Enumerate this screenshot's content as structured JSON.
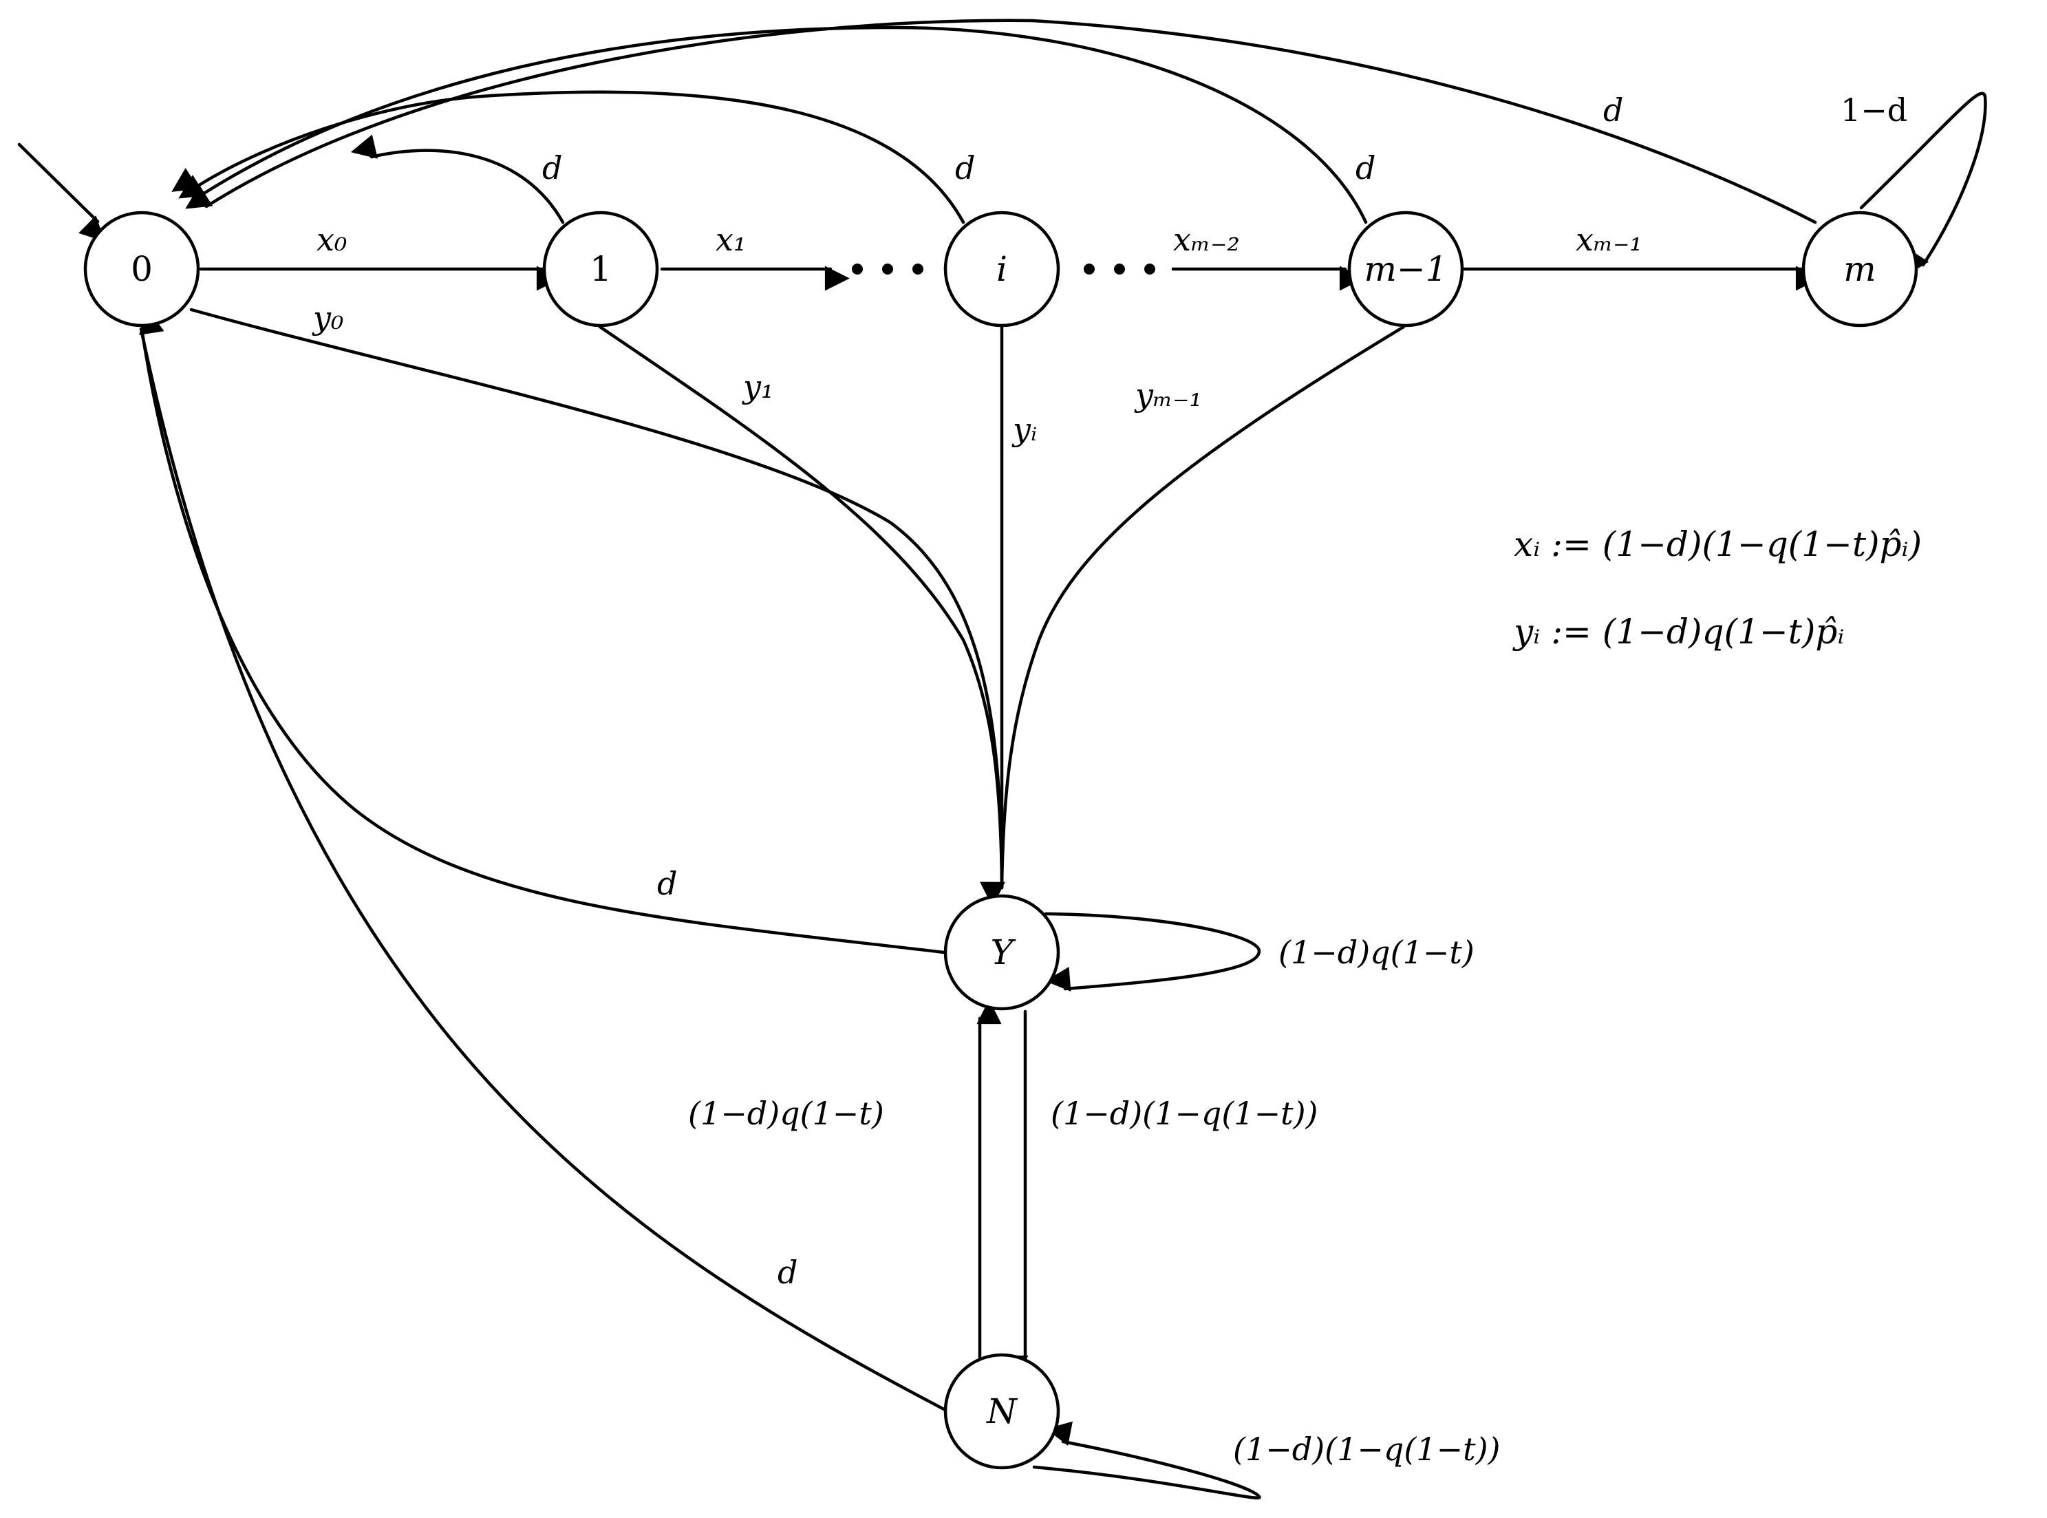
{
  "nodes": {
    "n0": "0",
    "n1": "1",
    "ni": "i",
    "nm1": "m−1",
    "nm": "m",
    "nY": "Y",
    "nN": "N"
  },
  "edges": {
    "x0": "x₀",
    "x1": "x₁",
    "xm2": "xₘ₋₂",
    "xm1": "xₘ₋₁",
    "y0": "y₀",
    "y1": "y₁",
    "yi": "yᵢ",
    "ym1": "yₘ₋₁",
    "d1": "d",
    "di": "d",
    "dm1": "d",
    "dm": "d",
    "m_self": "1−d",
    "dY": "d",
    "dN": "d",
    "Y_self": "(1−d)q(1−t)",
    "N_to_Y": "(1−d)q(1−t)",
    "Y_to_N": "(1−d)(1−q(1−t))",
    "N_self": "(1−d)(1−q(1−t))"
  },
  "definitions": {
    "x_def": "xᵢ := (1−d)(1−q(1−t)p̂ᵢ)",
    "y_def": "yᵢ := (1−d)q(1−t)p̂ᵢ"
  }
}
